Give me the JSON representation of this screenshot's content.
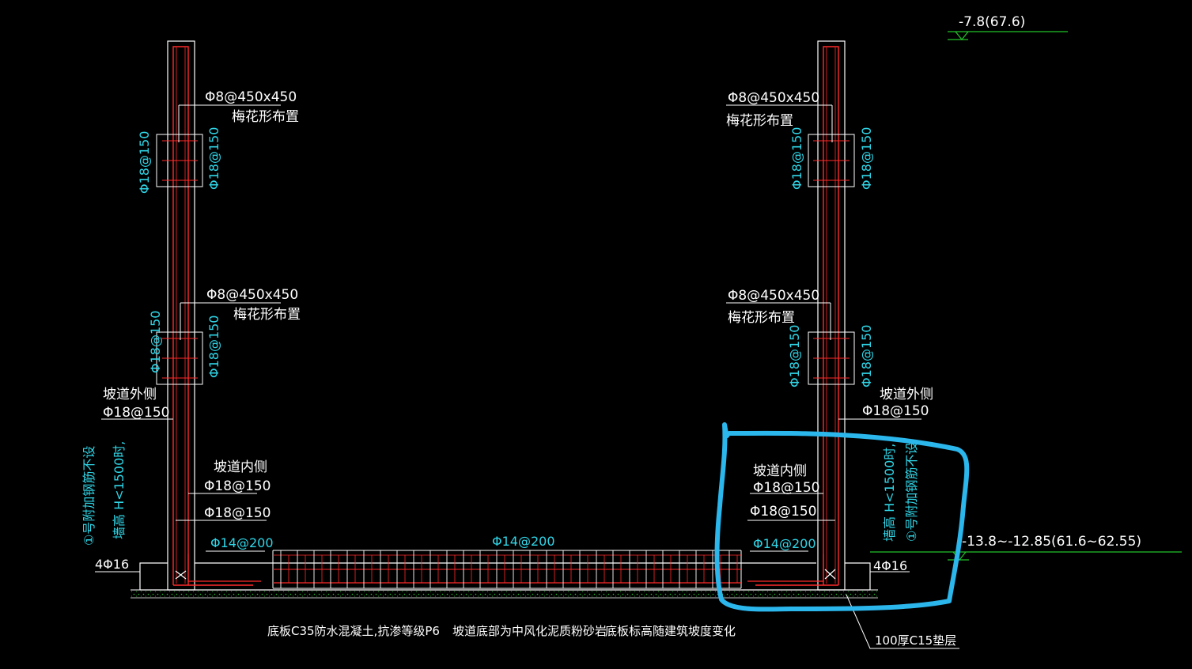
{
  "colors": {
    "background": "#000000",
    "wall": "#ff2a2a",
    "white_line": "#ffffff",
    "cyan_text": "#2fd6e8",
    "green_line": "#22c22a",
    "highlight": "#2bb6ec"
  },
  "elevations": {
    "top": "-7.8(67.6)",
    "bottom": "-13.8~-12.85(61.6~62.55)"
  },
  "left_wall": {
    "tie_upper_spec": "Φ8@450x450",
    "tie_upper_layout": "梅花形布置",
    "tie_lower_spec": "Φ8@450x450",
    "tie_lower_layout": "梅花形布置",
    "bar_upper_left": "Φ18@150",
    "bar_upper_right": "Φ18@150",
    "bar_lower_left": "Φ18@150",
    "bar_lower_right": "Φ18@150",
    "outer_label": "坡道外侧",
    "outer_spec": "Φ18@150",
    "inner_label": "坡道内侧",
    "inner_spec": "Φ18@150",
    "extra_spec": "Φ18@150",
    "slab_spec": "Φ14@200",
    "corner_bars": "4Φ16",
    "note_line1": "①号附加钢筋不设",
    "note_line2": "墙高 H<1500时,"
  },
  "right_wall": {
    "tie_upper_spec": "Φ8@450x450",
    "tie_upper_layout": "梅花形布置",
    "tie_lower_spec": "Φ8@450x450",
    "tie_lower_layout": "梅花形布置",
    "bar_upper_left": "Φ18@150",
    "bar_upper_right": "Φ18@150",
    "bar_lower_left": "Φ18@150",
    "bar_lower_right": "Φ18@150",
    "outer_label": "坡道外侧",
    "outer_spec": "Φ18@150",
    "inner_label": "坡道内侧",
    "inner_spec": "Φ18@150",
    "extra_spec": "Φ18@150",
    "slab_spec": "Φ14@200",
    "corner_bars": "4Φ16",
    "note_line1": "墙高 H<1500时,",
    "note_line2": "①号附加钢筋不设"
  },
  "slab": {
    "center_spec": "Φ14@200"
  },
  "notes": {
    "concrete": "底板C35防水混凝土,抗渗等级P6",
    "rock": "坡道底部为中风化泥质粉砂岩",
    "elevation_note": "底板标高随建筑坡度变化",
    "cushion": "100厚C15垫层"
  }
}
